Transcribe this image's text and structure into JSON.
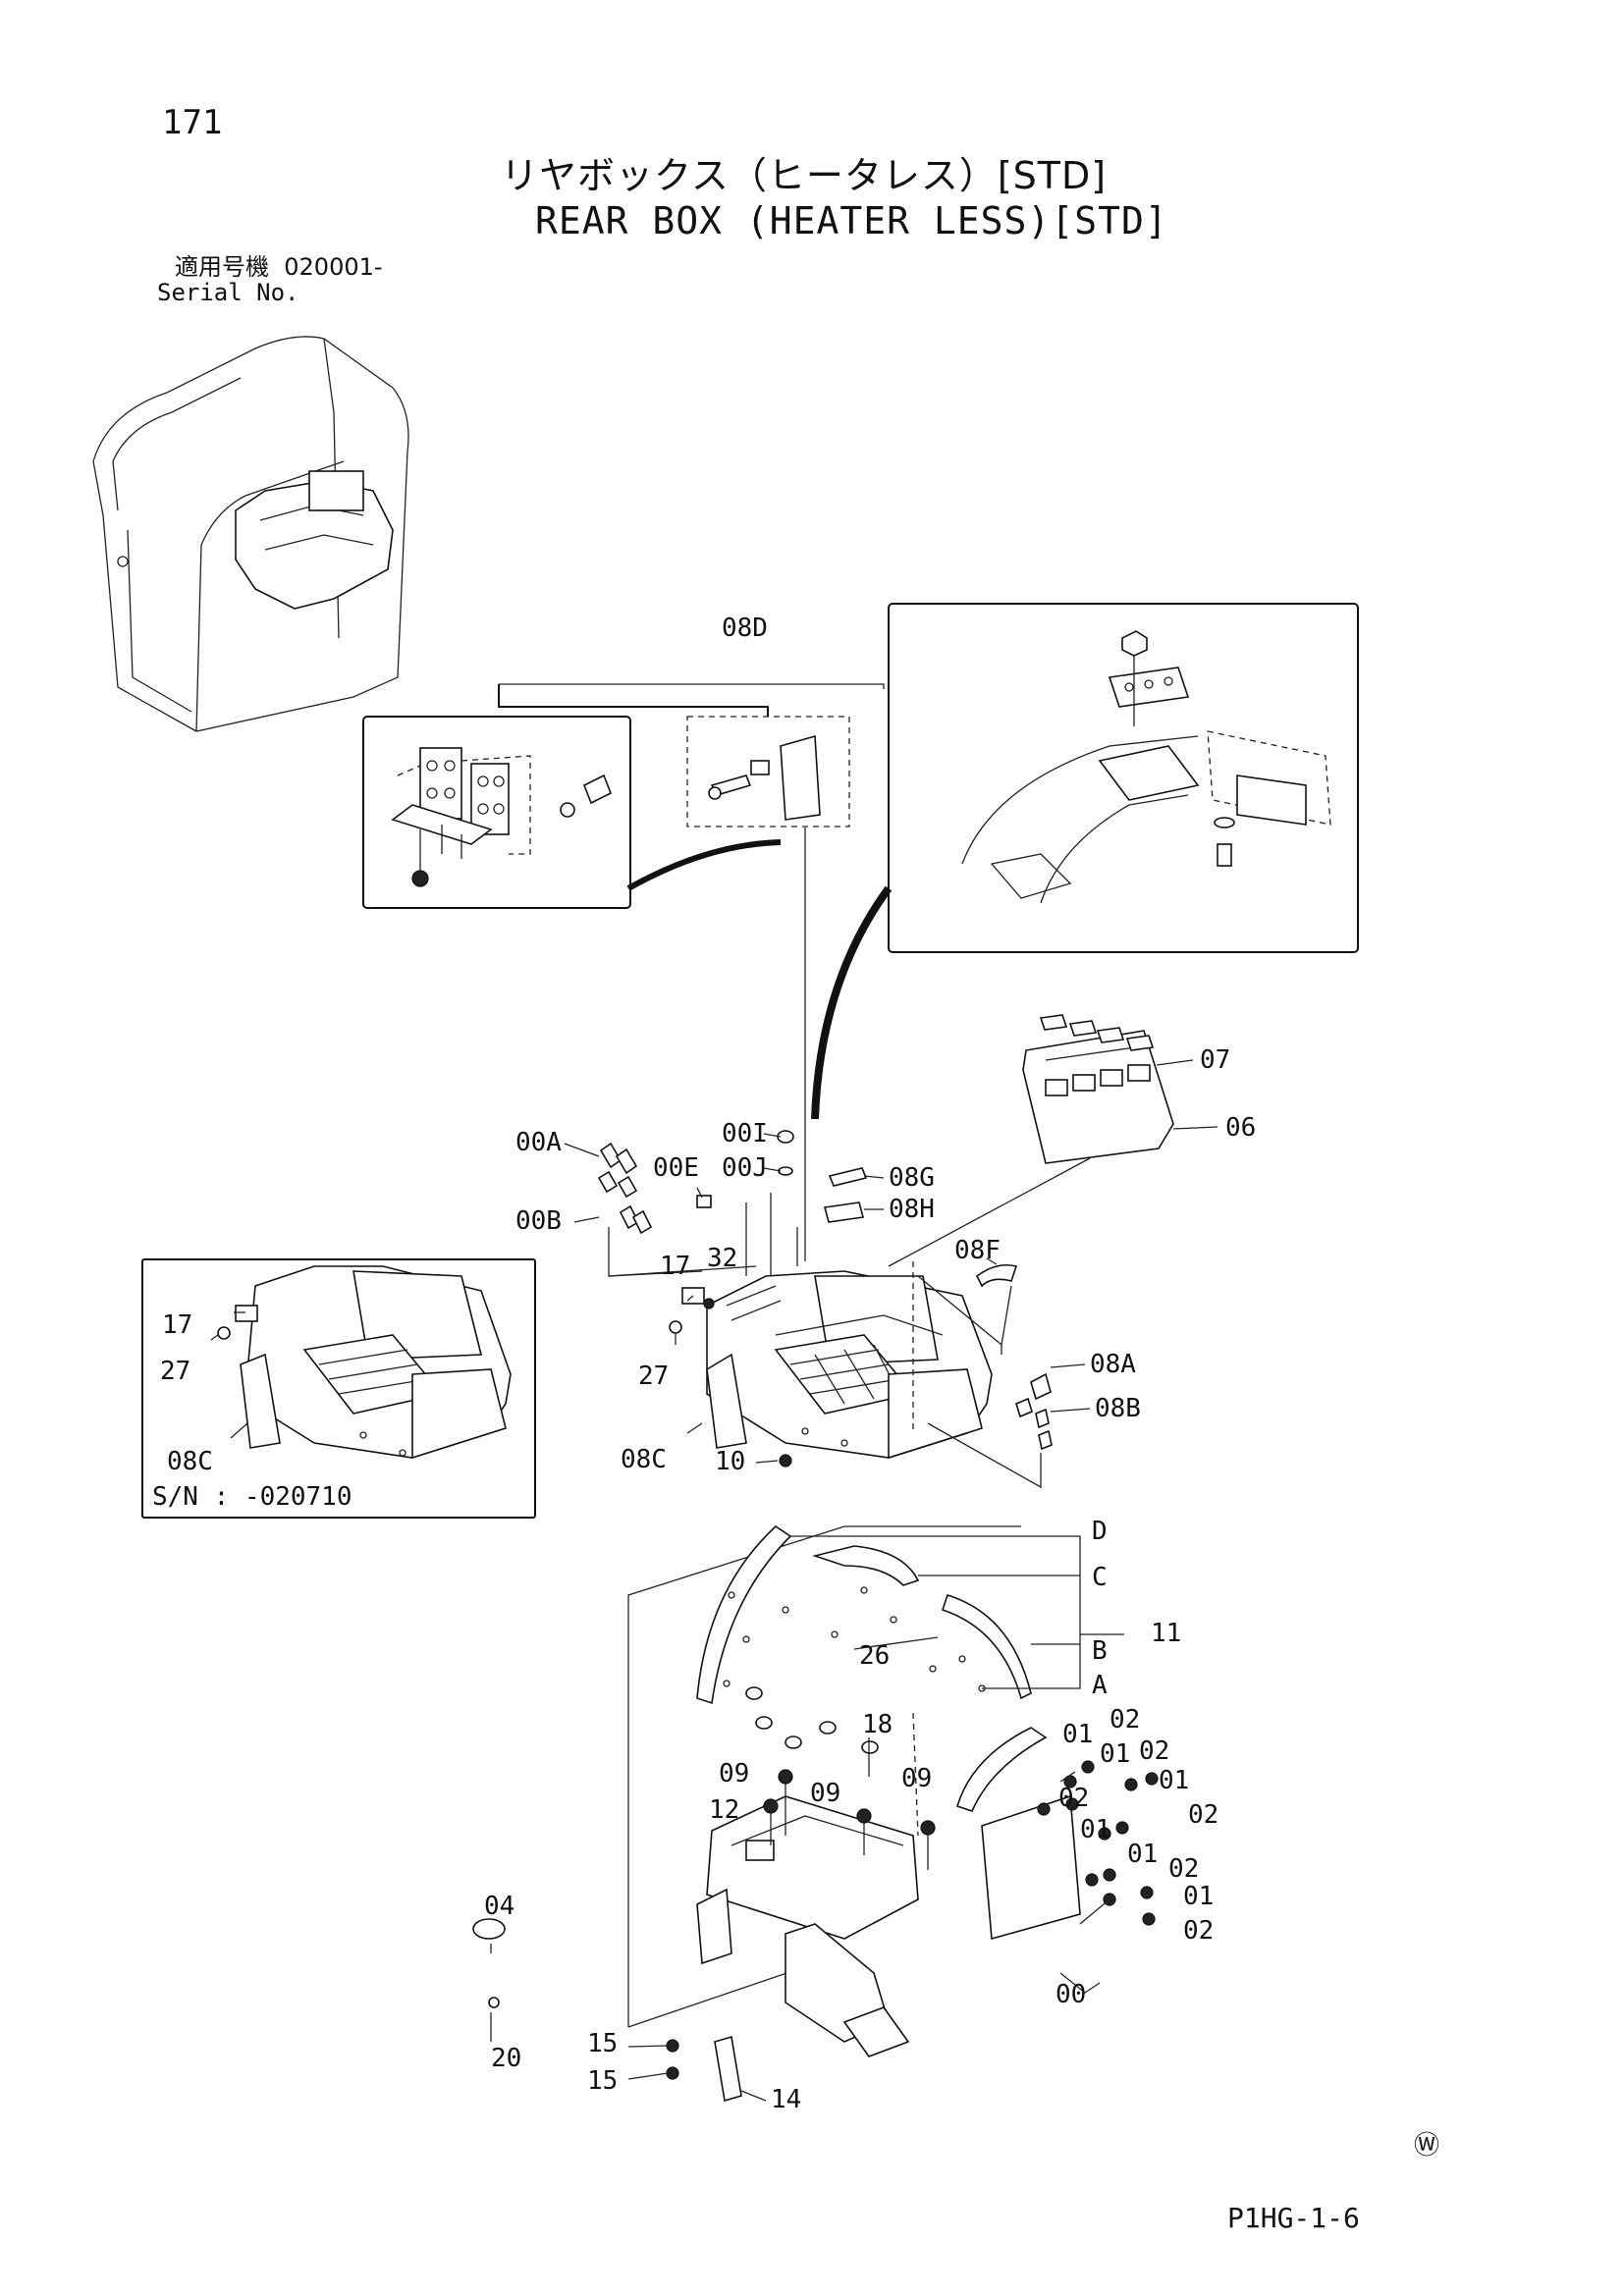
{
  "header": {
    "page_number": "171",
    "title_jp": "リヤボックス（ヒータレス）[STD]",
    "title_en": "REAR BOX (HEATER LESS)[STD]",
    "serial_jp": "適用号機  020001-",
    "serial_en": "Serial No."
  },
  "footer": {
    "watermark": "Ⓦ",
    "page_code": "P1HG-1-6"
  },
  "inset": {
    "serial_range": "S/N : -020710"
  },
  "callouts": [
    {
      "label": "08D"
    },
    {
      "label": "07"
    },
    {
      "label": "06"
    },
    {
      "label": "00A"
    },
    {
      "label": "00E"
    },
    {
      "label": "00I"
    },
    {
      "label": "00J"
    },
    {
      "label": "08G"
    },
    {
      "label": "08H"
    },
    {
      "label": "00B"
    },
    {
      "label": "08F"
    },
    {
      "label": "17"
    },
    {
      "label": "32"
    },
    {
      "label": "27"
    },
    {
      "label": "08C"
    },
    {
      "label": "10"
    },
    {
      "label": "08A"
    },
    {
      "label": "08B"
    },
    {
      "label": "17"
    },
    {
      "label": "27"
    },
    {
      "label": "08C"
    },
    {
      "label": "D"
    },
    {
      "label": "C"
    },
    {
      "label": "B"
    },
    {
      "label": "A"
    },
    {
      "label": "11"
    },
    {
      "label": "26"
    },
    {
      "label": "18"
    },
    {
      "label": "09"
    },
    {
      "label": "12"
    },
    {
      "label": "09"
    },
    {
      "label": "09"
    },
    {
      "label": "01"
    },
    {
      "label": "02"
    },
    {
      "label": "01"
    },
    {
      "label": "02"
    },
    {
      "label": "02"
    },
    {
      "label": "01"
    },
    {
      "label": "02"
    },
    {
      "label": "01"
    },
    {
      "label": "01"
    },
    {
      "label": "02"
    },
    {
      "label": "01"
    },
    {
      "label": "02"
    },
    {
      "label": "00"
    },
    {
      "label": "04"
    },
    {
      "label": "20"
    },
    {
      "label": "15"
    },
    {
      "label": "15"
    },
    {
      "label": "14"
    }
  ]
}
